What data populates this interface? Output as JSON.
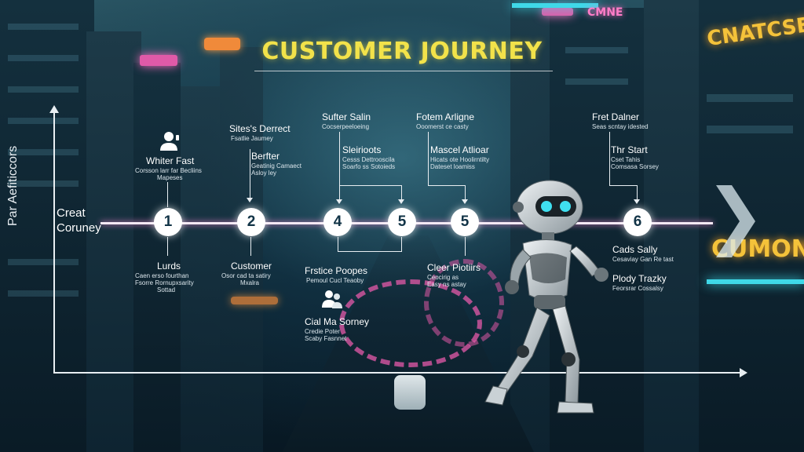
{
  "title": "CUSTOMER JOURNEY",
  "y_axis_label": "Par Aefiticcors",
  "start_label": [
    "Creat",
    "Coruney"
  ],
  "signs": {
    "top_left": "CMNE",
    "top_right": "CNATCSE",
    "right_mid": "CUMON"
  },
  "nodes": [
    {
      "num": "1"
    },
    {
      "num": "2"
    },
    {
      "num": "4"
    },
    {
      "num": "5"
    },
    {
      "num": "5"
    },
    {
      "num": "6"
    }
  ],
  "labels_above": [
    {
      "heading": "Whiter Fast",
      "sub": [
        "Corsson larr far Becliins",
        "Mapeses"
      ]
    },
    {
      "heading": "Sites's Derrect",
      "sub": [
        "Fsatlie Jaumey"
      ]
    },
    {
      "heading": "Berfter",
      "sub": [
        "Geatinig Camaect",
        "Asloy ley"
      ]
    },
    {
      "heading": "Sufter Salin",
      "sub": [
        "Cocserpeeloeing"
      ]
    },
    {
      "heading": "Sleirioots",
      "sub": [
        "Cesss Dettrooscila",
        "Soarfo ss Sotoieds"
      ]
    },
    {
      "heading": "Fotem Arligne",
      "sub": [
        "Ooomerst ce casty"
      ]
    },
    {
      "heading": "Mascel Atlioar",
      "sub": [
        "Hicats ote Hoolirntilty",
        "Dateset loamiss"
      ]
    },
    {
      "heading": "Fret Dalner",
      "sub": [
        "Seas scntay idested"
      ]
    },
    {
      "heading": "Thr Start",
      "sub": [
        "Cset Tahis",
        "Comsasa Sorsey"
      ]
    }
  ],
  "labels_below": [
    {
      "heading": "Lurds",
      "sub": [
        "Caen erso fourthan",
        "Fsorre Rornupxsarity",
        "Sottad"
      ]
    },
    {
      "heading": "Customer",
      "sub": [
        "Osor cad ta satiry",
        "Mxalra"
      ]
    },
    {
      "heading": "Frstice Poopes",
      "sub": [
        "Pemoul Cucl Teaoby"
      ]
    },
    {
      "heading": "Cial Ma Sorney",
      "sub": [
        "Credie Poter",
        "Scaby Fasnnet"
      ]
    },
    {
      "heading": "Cleer Piotiirs",
      "sub": [
        "Ceocirig as",
        "Easy ns astay"
      ]
    },
    {
      "heading": "Cads Sally",
      "sub": [
        "Cesaviay Gan Re tast"
      ]
    },
    {
      "heading": "Plody Trazky",
      "sub": [
        "Feorsrar Cossalsy"
      ]
    }
  ],
  "colors": {
    "title": "#f2e24a",
    "timeline_glow": "#ff8ad8",
    "neon_pink": "#e05aa8",
    "neon_cyan": "#3fd8e8",
    "sign_yellow": "#f4c23a"
  },
  "icons": [
    "person-headset-icon",
    "people-group-icon",
    "robot-figure"
  ]
}
